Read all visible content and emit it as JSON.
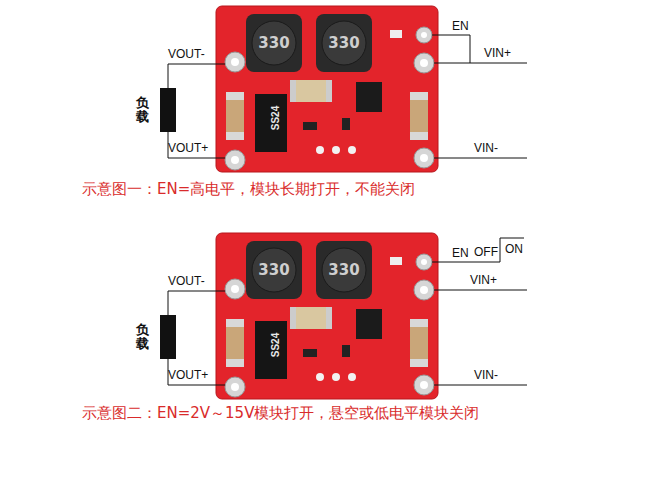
{
  "diagram": {
    "nodes": [
      {
        "text": [
          "负载"
        ]
      },
      {
        "text": [
          "负载"
        ]
      }
    ],
    "labels": [
      "330",
      "330",
      "SS24",
      "EN",
      "VIN+",
      "VOUT-",
      "VOUT+",
      "VIN-",
      "示意图一：EN=高电平，模块长期打开，不能关闭",
      "330",
      "330",
      "SS24",
      "EN",
      "OFF",
      "ON",
      "VIN+",
      "VOUT-",
      "VOUT+",
      "VIN-",
      "示意图二：EN=2V～15V模块打开，悬空或低电平模块关闭"
    ]
  }
}
